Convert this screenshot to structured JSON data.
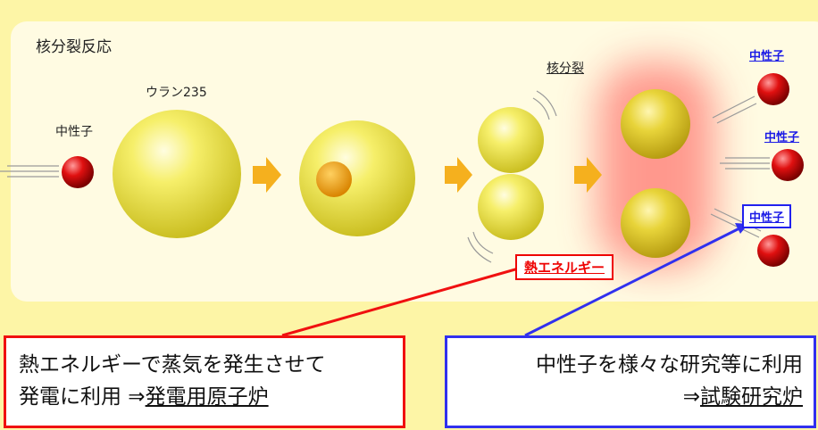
{
  "title": "核分裂反応",
  "labels": {
    "uranium": "ウラン235",
    "neutron_in": "中性子",
    "fission": "核分裂",
    "neutron_out_1": "中性子",
    "neutron_out_2": "中性子",
    "neutron_out_3": "中性子",
    "heat_energy": "熱エネルギー"
  },
  "callouts": {
    "power": {
      "line1": "熱エネルギーで蒸気を発生させて",
      "line2_prefix": "発電に利用 ⇒",
      "line2_link": "発電用原子炉"
    },
    "research": {
      "line1": "中性子を様々な研究等に利用",
      "line2_prefix": "⇒",
      "line2_link": "試験研究炉"
    }
  },
  "colors": {
    "background": "#fdf5a6",
    "panel": "#fffbe2",
    "neutron": "#e01010",
    "nucleus": "#f2e84a",
    "arrow": "#f5b01e",
    "heat_glow": "#ff4040",
    "power_box": "#f01010",
    "research_box": "#3030ee",
    "neutron_label": "#1a1ae6"
  }
}
